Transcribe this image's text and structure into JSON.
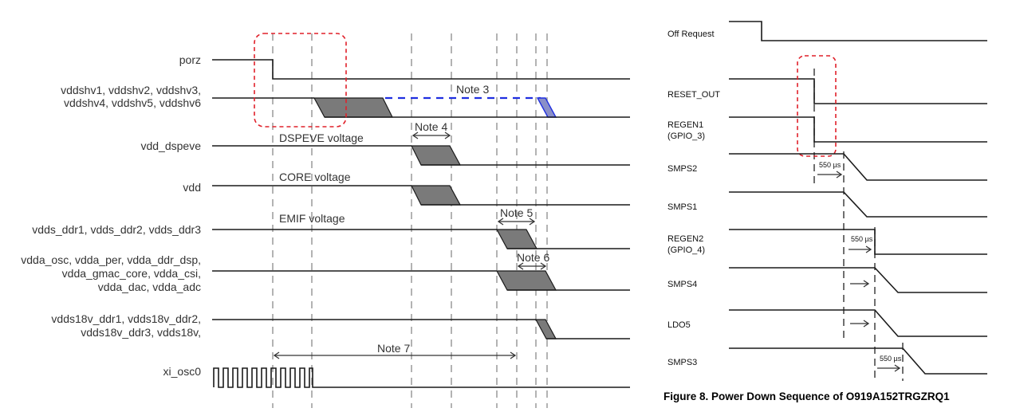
{
  "left_diagram": {
    "signals": [
      {
        "id": "porz",
        "lines": [
          "porz"
        ]
      },
      {
        "id": "vddshv",
        "lines": [
          "vddshv1, vddshv2, vddshv3,",
          "vddshv4, vddshv5, vddshv6"
        ]
      },
      {
        "id": "vdd_dspeve",
        "lines": [
          "vdd_dspeve"
        ]
      },
      {
        "id": "vdd",
        "lines": [
          "vdd"
        ]
      },
      {
        "id": "vdds_ddr",
        "lines": [
          "vdds_ddr1, vdds_ddr2, vdds_ddr3"
        ]
      },
      {
        "id": "vdda",
        "lines": [
          "vdda_osc, vdda_per, vdda_ddr_dsp,",
          "vdda_gmac_core, vdda_csi,",
          "vdda_dac, vdda_adc"
        ]
      },
      {
        "id": "vdds18v",
        "lines": [
          "vdds18v_ddr1, vdds18v_ddr2,",
          "vdds18v_ddr3, vdds18v,"
        ]
      },
      {
        "id": "xi_osc0",
        "lines": [
          "xi_osc0"
        ]
      }
    ],
    "annotations": {
      "dspeve_voltage": "DSPEVE voltage",
      "core_voltage": "CORE voltage",
      "emif_voltage": "EMIF voltage",
      "note3": "Note 3",
      "note4": "Note 4",
      "note5": "Note 5",
      "note6": "Note 6",
      "note7": "Note 7"
    }
  },
  "right_diagram": {
    "signals": [
      {
        "id": "off_request",
        "lines": [
          "Off Request"
        ]
      },
      {
        "id": "reset_out",
        "lines": [
          "RESET_OUT"
        ]
      },
      {
        "id": "regen1",
        "lines": [
          "REGEN1",
          "(GPIO_3)"
        ]
      },
      {
        "id": "smps2",
        "lines": [
          "SMPS2"
        ]
      },
      {
        "id": "smps1",
        "lines": [
          "SMPS1"
        ]
      },
      {
        "id": "regen2",
        "lines": [
          "REGEN2",
          "(GPIO_4)"
        ]
      },
      {
        "id": "smps4",
        "lines": [
          "SMPS4"
        ]
      },
      {
        "id": "ldo5",
        "lines": [
          "LDO5"
        ]
      },
      {
        "id": "smps3",
        "lines": [
          "SMPS3"
        ]
      }
    ],
    "delays": {
      "d1": "550 µs",
      "d2": "550 µs",
      "d3": "550 µs"
    },
    "caption": "Figure 8. Power Down Sequence of O919A152TRGZRQ1"
  },
  "colors": {
    "highlight": "#e0202a",
    "note3_line": "#1f2fe0",
    "ramp_fill": "#7a7a7a"
  }
}
